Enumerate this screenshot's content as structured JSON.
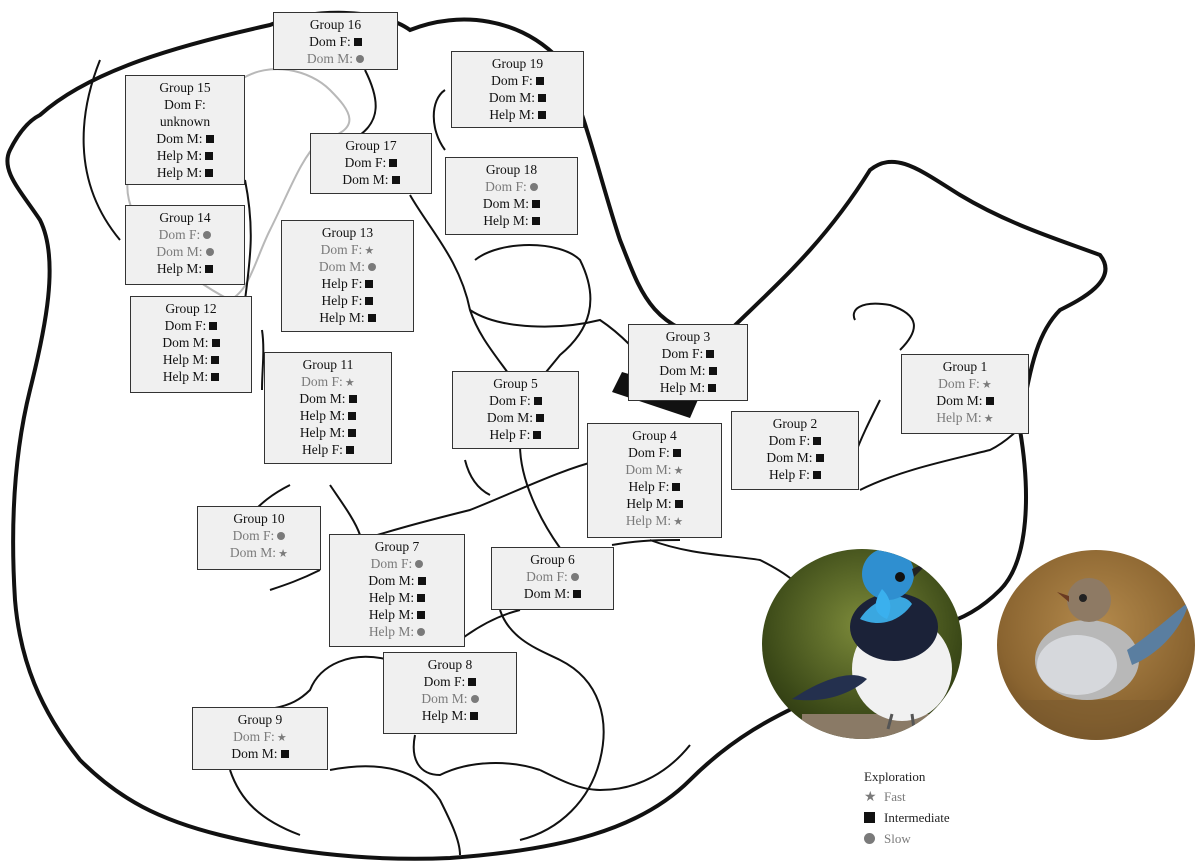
{
  "groups": [
    {
      "id": "group-16",
      "title": "Group 16",
      "members": [
        {
          "role": "Dom F:",
          "exploration": "Intermediate"
        },
        {
          "role": "Dom M:",
          "exploration": "Slow"
        }
      ]
    },
    {
      "id": "group-15",
      "title": "Group 15",
      "members": [
        {
          "role": "Dom F:",
          "exploration": ""
        },
        {
          "role": "unknown",
          "exploration": ""
        },
        {
          "role": "Dom M:",
          "exploration": "Intermediate"
        },
        {
          "role": "Help M:",
          "exploration": "Intermediate"
        },
        {
          "role": "Help M:",
          "exploration": "Intermediate"
        }
      ]
    },
    {
      "id": "group-19",
      "title": "Group 19",
      "members": [
        {
          "role": "Dom F:",
          "exploration": "Intermediate"
        },
        {
          "role": "Dom M:",
          "exploration": "Intermediate"
        },
        {
          "role": "Help M:",
          "exploration": "Intermediate"
        }
      ]
    },
    {
      "id": "group-17",
      "title": "Group 17",
      "members": [
        {
          "role": "Dom F:",
          "exploration": "Intermediate"
        },
        {
          "role": "Dom M:",
          "exploration": "Intermediate"
        }
      ]
    },
    {
      "id": "group-18",
      "title": "Group 18",
      "members": [
        {
          "role": "Dom F:",
          "exploration": "Slow"
        },
        {
          "role": "Dom M:",
          "exploration": "Intermediate"
        },
        {
          "role": "Help M:",
          "exploration": "Intermediate"
        }
      ]
    },
    {
      "id": "group-14",
      "title": "Group 14",
      "members": [
        {
          "role": "Dom F:",
          "exploration": "Slow"
        },
        {
          "role": "Dom M:",
          "exploration": "Slow"
        },
        {
          "role": "Help M:",
          "exploration": "Intermediate"
        }
      ]
    },
    {
      "id": "group-13",
      "title": "Group 13",
      "members": [
        {
          "role": "Dom F:",
          "exploration": "Fast"
        },
        {
          "role": "Dom M:",
          "exploration": "Slow"
        },
        {
          "role": "Help F:",
          "exploration": "Intermediate"
        },
        {
          "role": "Help F:",
          "exploration": "Intermediate"
        },
        {
          "role": "Help M:",
          "exploration": "Intermediate"
        }
      ]
    },
    {
      "id": "group-12",
      "title": "Group 12",
      "members": [
        {
          "role": "Dom F:",
          "exploration": "Intermediate"
        },
        {
          "role": "Dom M:",
          "exploration": "Intermediate"
        },
        {
          "role": "Help M:",
          "exploration": "Intermediate"
        },
        {
          "role": "Help M:",
          "exploration": "Intermediate"
        }
      ]
    },
    {
      "id": "group-11",
      "title": "Group 11",
      "members": [
        {
          "role": "Dom F:",
          "exploration": "Fast"
        },
        {
          "role": "Dom M:",
          "exploration": "Intermediate"
        },
        {
          "role": "Help M:",
          "exploration": "Intermediate"
        },
        {
          "role": "Help M:",
          "exploration": "Intermediate"
        },
        {
          "role": "Help F:",
          "exploration": "Intermediate"
        }
      ]
    },
    {
      "id": "group-3",
      "title": "Group 3",
      "members": [
        {
          "role": "Dom F:",
          "exploration": "Intermediate"
        },
        {
          "role": "Dom M:",
          "exploration": "Intermediate"
        },
        {
          "role": "Help M:",
          "exploration": "Intermediate"
        }
      ]
    },
    {
      "id": "group-5",
      "title": "Group 5",
      "members": [
        {
          "role": "Dom F:",
          "exploration": "Intermediate"
        },
        {
          "role": "Dom M:",
          "exploration": "Intermediate"
        },
        {
          "role": "Help F:",
          "exploration": "Intermediate"
        }
      ]
    },
    {
      "id": "group-1",
      "title": "Group 1",
      "members": [
        {
          "role": "Dom F:",
          "exploration": "Fast"
        },
        {
          "role": "Dom M:",
          "exploration": "Intermediate"
        },
        {
          "role": "Help M:",
          "exploration": "Fast"
        }
      ]
    },
    {
      "id": "group-2",
      "title": "Group 2",
      "members": [
        {
          "role": "Dom F:",
          "exploration": "Intermediate"
        },
        {
          "role": "Dom M:",
          "exploration": "Intermediate"
        },
        {
          "role": "Help F:",
          "exploration": "Intermediate"
        }
      ]
    },
    {
      "id": "group-4",
      "title": "Group 4",
      "members": [
        {
          "role": "Dom F:",
          "exploration": "Intermediate"
        },
        {
          "role": "Dom M:",
          "exploration": "Fast"
        },
        {
          "role": "Help F:",
          "exploration": "Intermediate"
        },
        {
          "role": "Help M:",
          "exploration": "Intermediate"
        },
        {
          "role": "Help M:",
          "exploration": "Fast"
        }
      ]
    },
    {
      "id": "group-10",
      "title": "Group 10",
      "members": [
        {
          "role": "Dom F:",
          "exploration": "Slow"
        },
        {
          "role": "Dom M:",
          "exploration": "Fast"
        }
      ]
    },
    {
      "id": "group-7",
      "title": "Group 7",
      "members": [
        {
          "role": "Dom F:",
          "exploration": "Slow"
        },
        {
          "role": "Dom M:",
          "exploration": "Intermediate"
        },
        {
          "role": "Help M:",
          "exploration": "Intermediate"
        },
        {
          "role": "Help M:",
          "exploration": "Intermediate"
        },
        {
          "role": "Help M:",
          "exploration": "Slow"
        }
      ]
    },
    {
      "id": "group-6",
      "title": "Group 6",
      "members": [
        {
          "role": "Dom F:",
          "exploration": "Slow"
        },
        {
          "role": "Dom M:",
          "exploration": "Intermediate"
        }
      ]
    },
    {
      "id": "group-8",
      "title": "Group 8",
      "members": [
        {
          "role": "Dom F:",
          "exploration": "Intermediate"
        },
        {
          "role": "Dom M:",
          "exploration": "Slow"
        },
        {
          "role": "Help M:",
          "exploration": "Intermediate"
        }
      ]
    },
    {
      "id": "group-9",
      "title": "Group 9",
      "members": [
        {
          "role": "Dom F:",
          "exploration": "Fast"
        },
        {
          "role": "Dom M:",
          "exploration": "Intermediate"
        }
      ]
    }
  ],
  "legend": {
    "title": "Exploration",
    "items": [
      {
        "key": "Fast",
        "label": "Fast"
      },
      {
        "key": "Intermediate",
        "label": "Intermediate"
      },
      {
        "key": "Slow",
        "label": "Slow"
      }
    ]
  },
  "photos": [
    {
      "name": "male-wren-photo",
      "subject": "blue male fairy-wren"
    },
    {
      "name": "female-wren-photo",
      "subject": "brown female fairy-wren"
    }
  ],
  "colors": {
    "fast": "#7a7a7a",
    "intermediate": "#111111",
    "slow": "#7a7a7a",
    "box_fill": "#f0f0f0"
  }
}
